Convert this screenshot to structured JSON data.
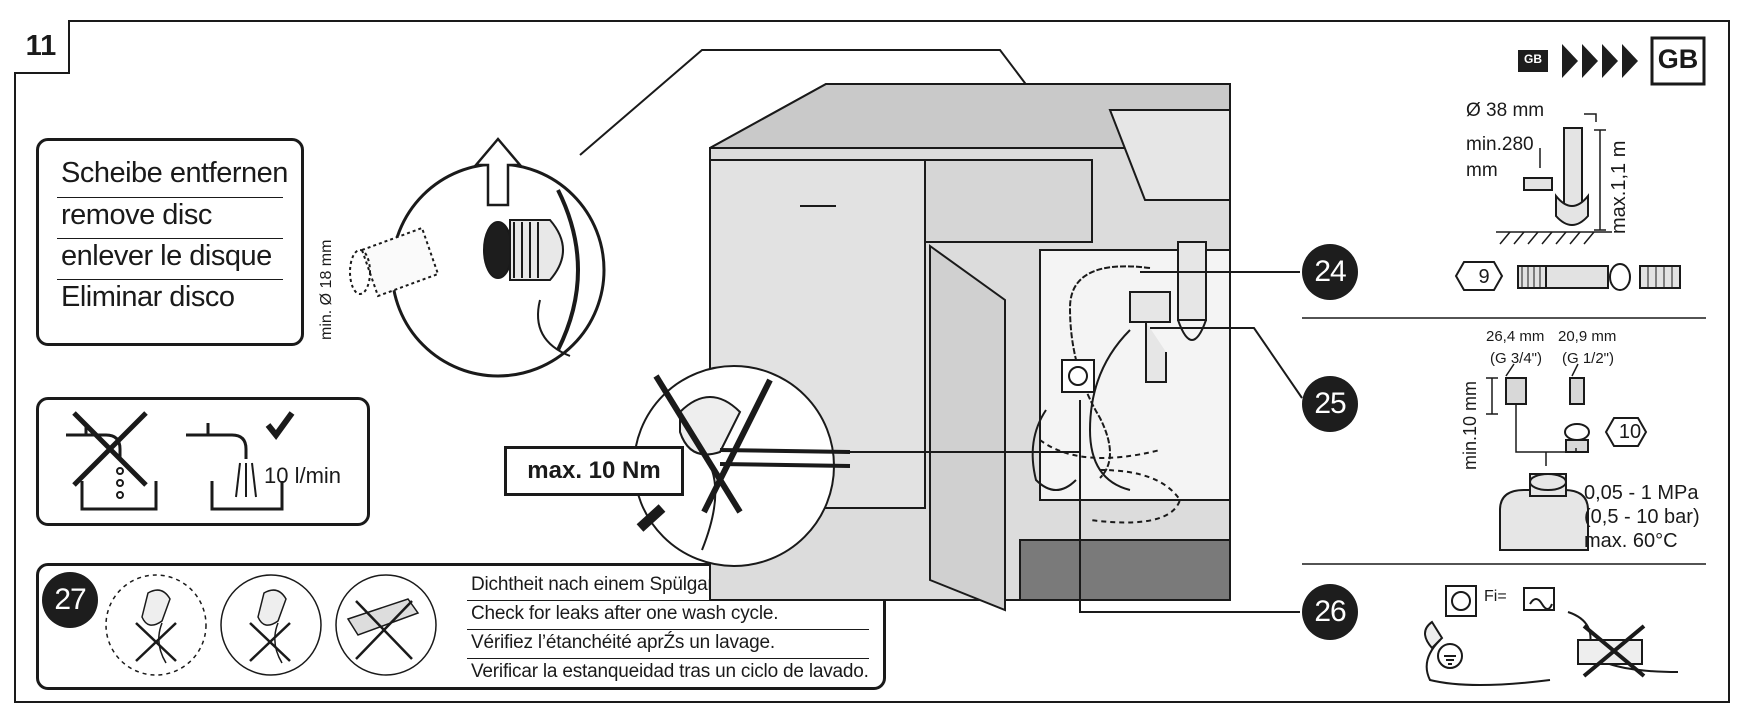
{
  "step_number": "11",
  "disc_instructions": {
    "lines": [
      "Scheibe entfernen",
      "remove disc",
      "enlever le disque",
      "Eliminar disco"
    ],
    "hose_diameter": "min. Ø 18 mm"
  },
  "flow_rate": "10 l/min",
  "torque_label": "max. 10 Nm",
  "leak_check": {
    "step": "27",
    "lines": [
      "Dichtheit nach einem Spülgang prüfen.",
      "Check for leaks after one wash cycle.",
      "Vérifiez l’étanchéité aprŹs un lavage.",
      "Verificar la estanqueidad tras un ciclo de lavado."
    ]
  },
  "callouts": [
    "24",
    "25",
    "26"
  ],
  "gb_badge": {
    "small": "GB",
    "large": "GB"
  },
  "drain": {
    "diameter": "Ø 38 mm",
    "min_height": "min.280",
    "min_height_unit": "mm",
    "max_height": "max.1,1 m",
    "part": "9"
  },
  "water_supply": {
    "size_a": "26,4 mm",
    "thread_a": "(G 3/4\")",
    "size_b": "20,9 mm",
    "thread_b": "(G 1/2\")",
    "min_length": "min.10 mm",
    "part": "10",
    "pressure_mpa": "0,05 - 1 MPa",
    "pressure_bar": "(0,5 - 10 bar)",
    "max_temp": "max. 60°C"
  },
  "electrical": {
    "fi_label": "Fi="
  }
}
